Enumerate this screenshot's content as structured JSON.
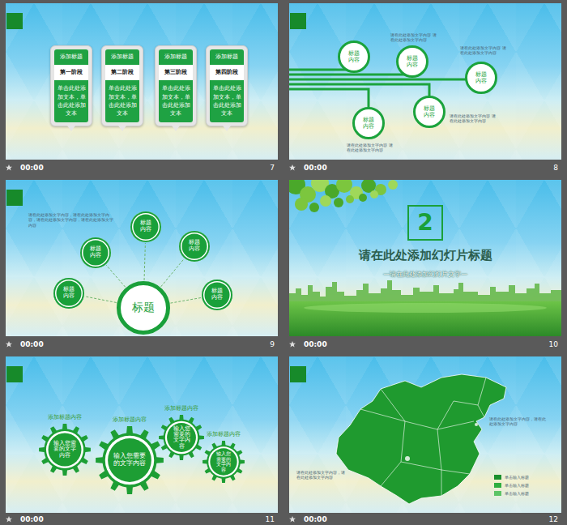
{
  "diagram": {
    "nodes": [
      {
        "text": [
          "添加标题",
          "第一阶段",
          "单击此处添加文本，单击此处添加文本"
        ]
      },
      {
        "text": [
          "添加标题",
          "第二阶段",
          "单击此处添加文本，单击此处添加文本"
        ]
      },
      {
        "text": [
          "添加标题",
          "第三阶段",
          "单击此处添加文本，单击此处添加文本"
        ]
      },
      {
        "text": [
          "添加标题",
          "第四阶段",
          "单击此处添加文本，单击此处添加文本"
        ]
      },
      {
        "text": [
          "标题内容"
        ]
      },
      {
        "text": [
          "标题内容"
        ]
      },
      {
        "text": [
          "标题内容"
        ]
      },
      {
        "text": [
          "标题内容"
        ]
      },
      {
        "text": [
          "标题内容"
        ]
      },
      {
        "text": [
          "标题"
        ]
      },
      {
        "text": [
          "标题内容"
        ]
      },
      {
        "text": [
          "标题内容"
        ]
      },
      {
        "text": [
          "标题内容"
        ]
      },
      {
        "text": [
          "标题内容"
        ]
      },
      {
        "text": [
          "标题内容"
        ]
      },
      {
        "text": [
          "2"
        ]
      },
      {
        "text": [
          "添加标题内容",
          "输入您需要的文字内容"
        ]
      },
      {
        "text": [
          "添加标题内容",
          "输入您需要的文字内容"
        ]
      },
      {
        "text": [
          "添加标题内容",
          "输入您需要的文字内容"
        ]
      },
      {
        "text": [
          "添加标题内容",
          "输入您需要的文字内容"
        ]
      }
    ],
    "edges": [
      {
        "from": 9,
        "to": 10,
        "arrow": "none"
      },
      {
        "from": 9,
        "to": 11,
        "arrow": "none"
      },
      {
        "from": 9,
        "to": 12,
        "arrow": "none"
      },
      {
        "from": 9,
        "to": 13,
        "arrow": "none"
      },
      {
        "from": 9,
        "to": 14,
        "arrow": "none"
      }
    ],
    "labels": [
      "请在此处添加文字内容 请在此处添加文字内容",
      "请在此处添加文字内容 请在此处添加文字内容",
      "请在此处添加文字内容 请在此处添加文字内容",
      "请在此处添加文字内容 请在此处添加文字内容",
      "请在此处添加文字内容，请在此处添加文字内容，请在此处添加文字内容，请在此处添加文字内容",
      "请在此处添加幻灯片标题",
      "—请在此处添加幻灯片文字—",
      "请在此处添加文字内容，请在此处添加文字内容",
      "请在此处添加文字内容，请在此处添加文字内容",
      "00:00",
      "7",
      "00:00",
      "8",
      "00:00",
      "9",
      "00:00",
      "10",
      "00:00",
      "11",
      "00:00",
      "12"
    ],
    "legend": [
      {
        "text": "单击输入标题",
        "color": "#1a8f2c"
      },
      {
        "text": "单击输入标题",
        "color": "#2fae3f"
      },
      {
        "text": "单击输入标题",
        "color": "#5cc466"
      }
    ]
  }
}
